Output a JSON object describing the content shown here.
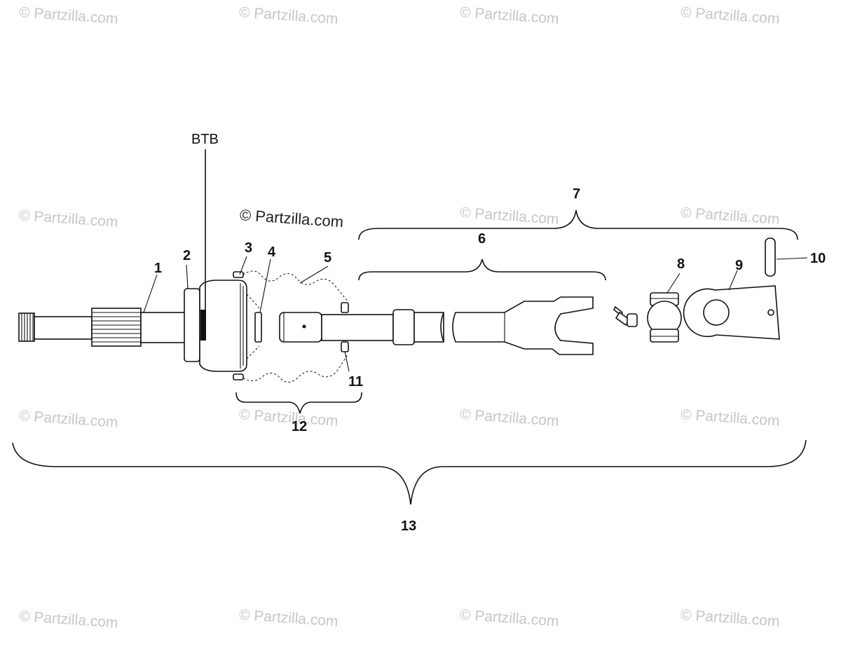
{
  "watermark": {
    "text": "© Partzilla.com",
    "center_text": "© Partzilla.com"
  },
  "label_btb": "BTB",
  "callouts": {
    "c1": "1",
    "c2": "2",
    "c3": "3",
    "c4": "4",
    "c5": "5",
    "c6": "6",
    "c7": "7",
    "c8": "8",
    "c9": "9",
    "c10": "10",
    "c11": "11",
    "c12": "12",
    "c13": "13"
  },
  "colors": {
    "line": "#111111",
    "watermark": "#c6c6c6",
    "background": "#ffffff"
  }
}
